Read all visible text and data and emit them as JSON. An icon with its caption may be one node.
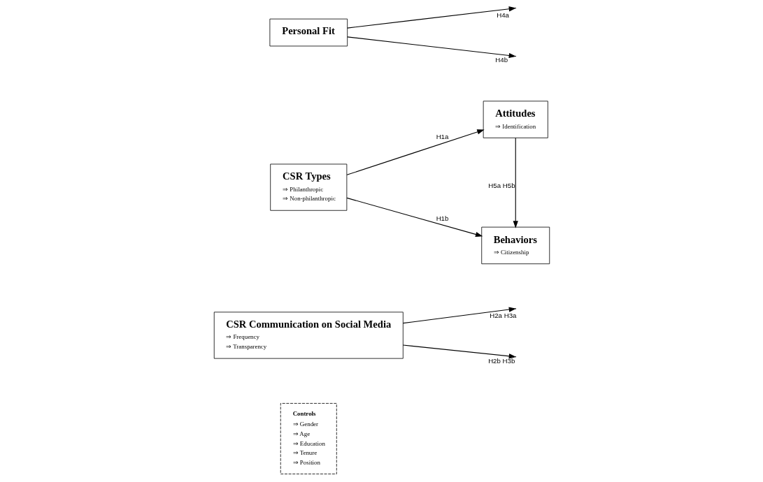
{
  "diagram": {
    "nodes": [
      {
        "text": [
          "Controls",
          "⇒ Gender",
          "⇒ Age",
          "⇒ Education",
          "⇒ Tenure",
          "⇒ Position"
        ]
      },
      {
        "text": [
          "CSR Communication on Social Media",
          "⇒ Frequency",
          "⇒ Transparency"
        ]
      },
      {
        "text": [
          "Attitudes",
          "⇒ Identification"
        ]
      },
      {
        "text": [
          "CSR Types",
          "⇒ Philanthropic",
          "⇒ Non-philanthropic"
        ]
      },
      {
        "text": [
          "Behaviors",
          "⇒ Citizenship"
        ]
      },
      {
        "text": [
          "Personal Fit"
        ]
      }
    ],
    "edges": [
      {
        "from": 3,
        "to": 2,
        "arrow": "to",
        "label": "H1a"
      },
      {
        "from": 3,
        "to": 4,
        "arrow": "to",
        "label": "H1b"
      },
      {
        "from": 2,
        "to": 4,
        "arrow": "to",
        "label": "H5a H5b"
      },
      {
        "from": 1,
        "to": null,
        "arrow": "to",
        "label": "H2a H3a"
      },
      {
        "from": 1,
        "to": null,
        "arrow": "to",
        "label": "H2b H3b"
      },
      {
        "from": 5,
        "to": null,
        "arrow": "to",
        "label": "H4a"
      },
      {
        "from": 5,
        "to": null,
        "arrow": "to",
        "label": "H4b"
      }
    ]
  }
}
